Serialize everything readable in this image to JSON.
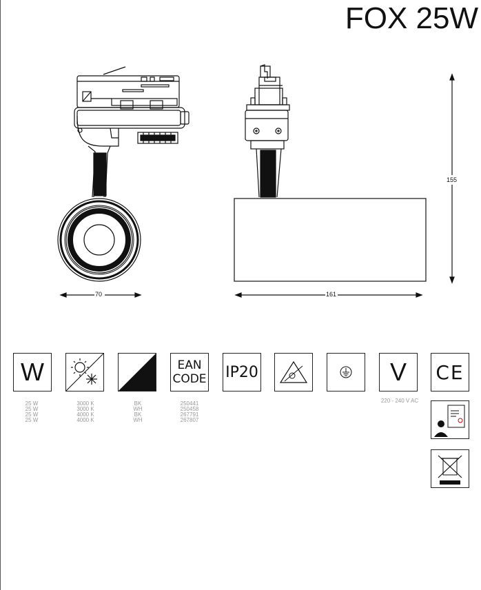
{
  "title": "FOX 25W",
  "dimensions": {
    "width": "70",
    "length": "161",
    "height": "155"
  },
  "icons": {
    "watt": "W",
    "ean": [
      "EAN",
      "CODE"
    ],
    "ip": "IP20",
    "voltage": "V",
    "ce": "CE"
  },
  "specs": {
    "watts": [
      "25 W",
      "25 W",
      "25 W",
      "25 W"
    ],
    "color_temp": [
      "3000 K",
      "3000 K",
      "4000 K",
      "4000 K"
    ],
    "finish": [
      "BK",
      "WH",
      "BK",
      "WH"
    ],
    "ean_codes": [
      "250441",
      "250458",
      "267791",
      "267807"
    ],
    "voltage": "220 - 240 V AC"
  }
}
